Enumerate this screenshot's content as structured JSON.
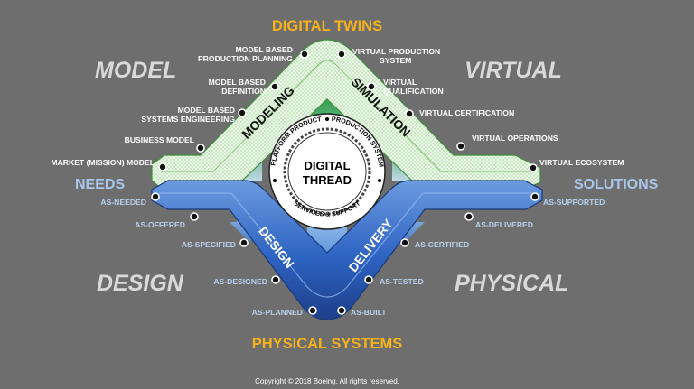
{
  "titles": {
    "top": "DIGITAL TWINS",
    "bottom": "PHYSICAL SYSTEMS",
    "model": "MODEL",
    "virtual": "VIRTUAL",
    "design": "DESIGN",
    "physical": "PHYSICAL",
    "needs": "NEEDS",
    "solutions": "SOLUTIONS"
  },
  "bands": {
    "modeling": "MODELING",
    "simulation": "SIMULATION",
    "design": "DESIGN",
    "delivery": "DELIVERY"
  },
  "thread": {
    "line1": "DIGITAL",
    "line2": "THREAD",
    "ring_top_left": "PLATFORM PRODUCT",
    "ring_top_right": "PRODUCTION SYSTEM",
    "ring_bottom": "SERVICES & SUPPORT"
  },
  "model_labels": {
    "market": "MARKET (MISSION) MODEL",
    "business": "BUSINESS MODEL",
    "mbse_1": "MODEL BASED",
    "mbse_2": "SYSTEMS ENGINEERING",
    "mbd_1": "MODEL BASED",
    "mbd_2": "DEFINITION",
    "mbpp_1": "MODEL BASED",
    "mbpp_2": "PRODUCTION PLANNING"
  },
  "virtual_labels": {
    "vps_1": "VIRTUAL PRODUCTION",
    "vps_2": "SYSTEM",
    "vq_1": "VIRTUAL",
    "vq_2": "QUALIFICATION",
    "vc": "VIRTUAL CERTIFICATION",
    "vo": "VIRTUAL OPERATIONS",
    "ve": "VIRTUAL ECOSYSTEM"
  },
  "design_labels": {
    "needed": "AS-NEEDED",
    "offered": "AS-OFFERED",
    "specified": "AS-SPECIFIED",
    "designed": "AS-DESIGNED",
    "planned": "AS-PLANNED"
  },
  "physical_labels": {
    "built": "AS-BUILT",
    "tested": "AS-TESTED",
    "certified": "AS-CERTIFIED",
    "delivered": "AS-DELIVERED",
    "supported": "AS-SUPPORTED"
  },
  "copyright": "Copyright © 2018 Boeing. All rights reserved.",
  "colors": {
    "background": "#6e6e6e",
    "green_band": "#e6f5e0",
    "blue_band": "#2f67c6",
    "arrow_green": "#2e9e47",
    "arrow_blue": "#4d86d6",
    "title_orange": "#f6b21b"
  }
}
